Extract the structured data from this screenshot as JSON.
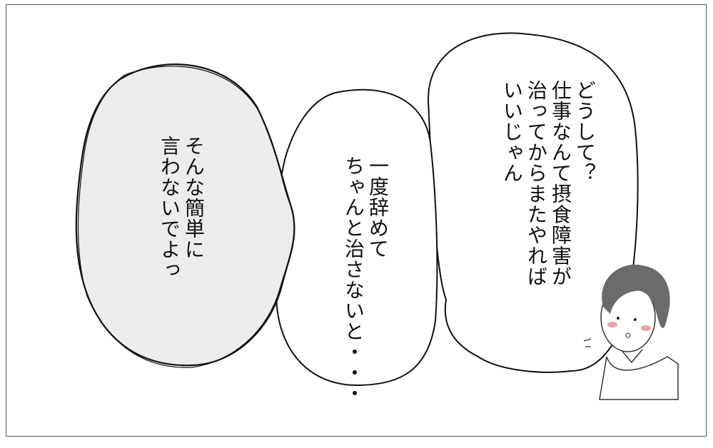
{
  "panel": {
    "bubble_right": {
      "lines": [
        "どうして？",
        "仕事なんて摂食障害が",
        "治ってからまたやれば",
        "いいじゃん"
      ]
    },
    "bubble_middle": {
      "lines": [
        "一度辞めて",
        "ちゃんと治さないと・・・"
      ]
    },
    "bubble_left": {
      "lines": [
        "そんな簡単に",
        "言わないでよっ"
      ]
    },
    "colors": {
      "ink": "#111111",
      "gray_bubble": "#ececec",
      "hair": "#6b6b6b",
      "cheek": "#e9a3a8"
    }
  }
}
